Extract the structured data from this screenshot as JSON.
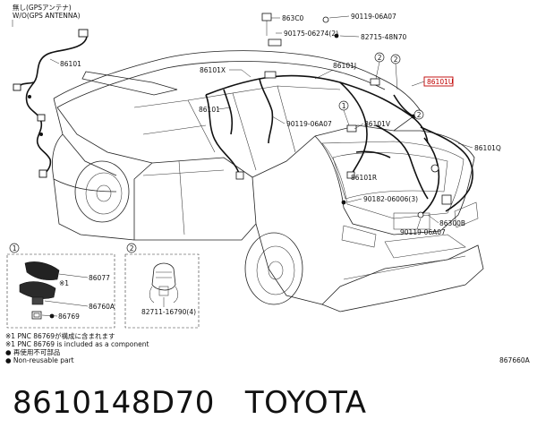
{
  "top_note": {
    "line1": "無し(GPSアンテナ)",
    "line2": "W/O(GPS ANTENNA)"
  },
  "labels": {
    "p86101_left": "86101",
    "p86101X": "86101X",
    "p86101_mid": "86101",
    "p863C0": "863C0",
    "p90175_06274": "90175-06274(2)",
    "p90119_06A07_top": "90119-06A07",
    "p82715_48N70": "82715-48N70",
    "p86101J": "86101J",
    "p86101U": "86101U",
    "p90119_06A07_mid": "90119-06A07",
    "p86101V": "86101V",
    "p86101Q": "86101Q",
    "p86101R": "86101R",
    "p90182_06006": "90182-06006(3)",
    "p86300B": "86300B",
    "p90119_06A07_low": "90119-06A07"
  },
  "callouts": {
    "c1_a": "1",
    "c2_a": "2",
    "c2_b": "2",
    "c2_c": "2",
    "c1_box": "1",
    "c2_box": "2"
  },
  "detail1": {
    "p86077": "86077",
    "mark": "※1",
    "p86760A": "86760A",
    "p86769": "86769"
  },
  "detail2": {
    "p82711": "82711-16790(4)"
  },
  "notes": {
    "n1_ja": "※1 PNC 86769が構成に含まれます",
    "n1_en": "※1 PNC 86769 is included as a component",
    "n2_ja": "● 再使用不可部品",
    "n2_en": "● Non-reusable part"
  },
  "figure_code": "867660A",
  "caption": {
    "part_number": "8610148D70",
    "brand": "TOYOTA"
  }
}
